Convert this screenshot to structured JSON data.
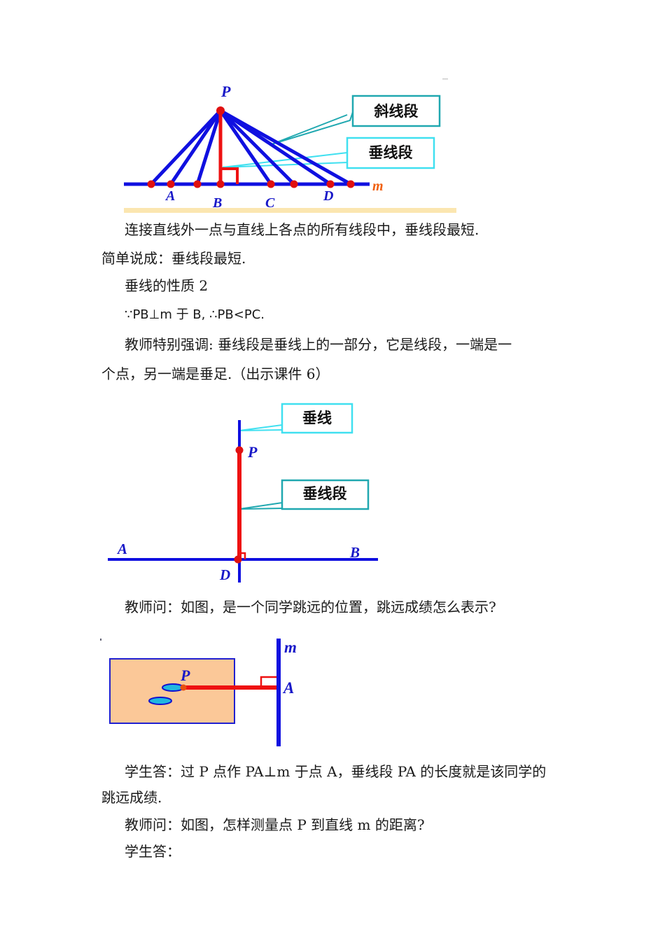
{
  "figure1": {
    "labels": {
      "P": "P",
      "A": "A",
      "B": "B",
      "C": "C",
      "D": "D",
      "m": "m"
    },
    "callout_oblique": "斜线段",
    "callout_perpendicular": "垂线段",
    "colors": {
      "line": "#1010e0",
      "perp": "#ee1111",
      "point": "#e01010",
      "m_label": "#f06010",
      "callout_oblique": "#20a8b0",
      "callout_perp": "#40e0f0",
      "base_band": "#fbe6b0"
    }
  },
  "paragraphs": {
    "p1": "连接直线外一点与直线上各点的所有线段中，垂线段最短.",
    "p2": "简单说成：垂线段最短.",
    "p3": "垂线的性质 2",
    "p4": "∵PB⊥m 于 B, ∴PB<PC.",
    "p5_line1": "教师特别强调: 垂线段是垂线上的一部分，它是线段，一端是一",
    "p5_line2": "个点，另一端是垂足.（出示课件 6）",
    "p6": "教师问：如图，是一个同学跳远的位置，跳远成绩怎么表示?",
    "p7_line1": "学生答：过 P 点作 PA⊥m 于点 A，垂线段 PA 的长度就是该同学的",
    "p7_line2": "跳远成绩.",
    "p8": "教师问：如图，怎样测量点 P  到直线  m  的距离?",
    "p9": "学生答："
  },
  "figure2": {
    "labels": {
      "P": "P",
      "A": "A",
      "B": "B",
      "D": "D"
    },
    "callout_line": "垂线",
    "callout_segment": "垂线段"
  },
  "figure3": {
    "labels": {
      "P": "P",
      "A": "A",
      "m": "m"
    },
    "colors": {
      "pit_fill": "#fbc898",
      "pit_border": "#2020d0",
      "footprint": "#20b8e0"
    }
  }
}
